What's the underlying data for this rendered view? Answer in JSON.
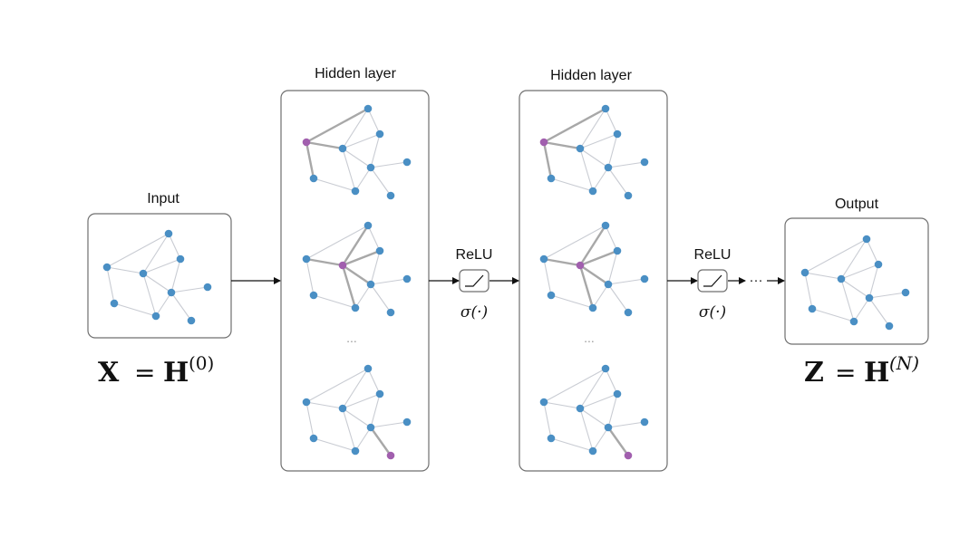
{
  "input": {
    "title": "Input",
    "formula_lhs": "X",
    "formula_eq": "=",
    "formula_rhs": "H",
    "formula_sup": "(0)"
  },
  "hidden_layers": [
    {
      "title": "Hidden layer",
      "ellipsis": "..."
    },
    {
      "title": "Hidden layer",
      "ellipsis": "..."
    }
  ],
  "activations": [
    {
      "name": "ReLU",
      "function": "σ(·)"
    },
    {
      "name": "ReLU",
      "function": "σ(·)"
    }
  ],
  "continuation": "···",
  "output": {
    "title": "Output",
    "formula_lhs": "Z",
    "formula_eq": "=",
    "formula_rhs": "H",
    "formula_sup": "(N)"
  },
  "colors": {
    "node": "#4a8fc4",
    "highlight_node": "#a15fae",
    "edge": "#c9ccd3",
    "highlight_edge": "#a8a8a8",
    "box_stroke": "#6f6f6f"
  }
}
